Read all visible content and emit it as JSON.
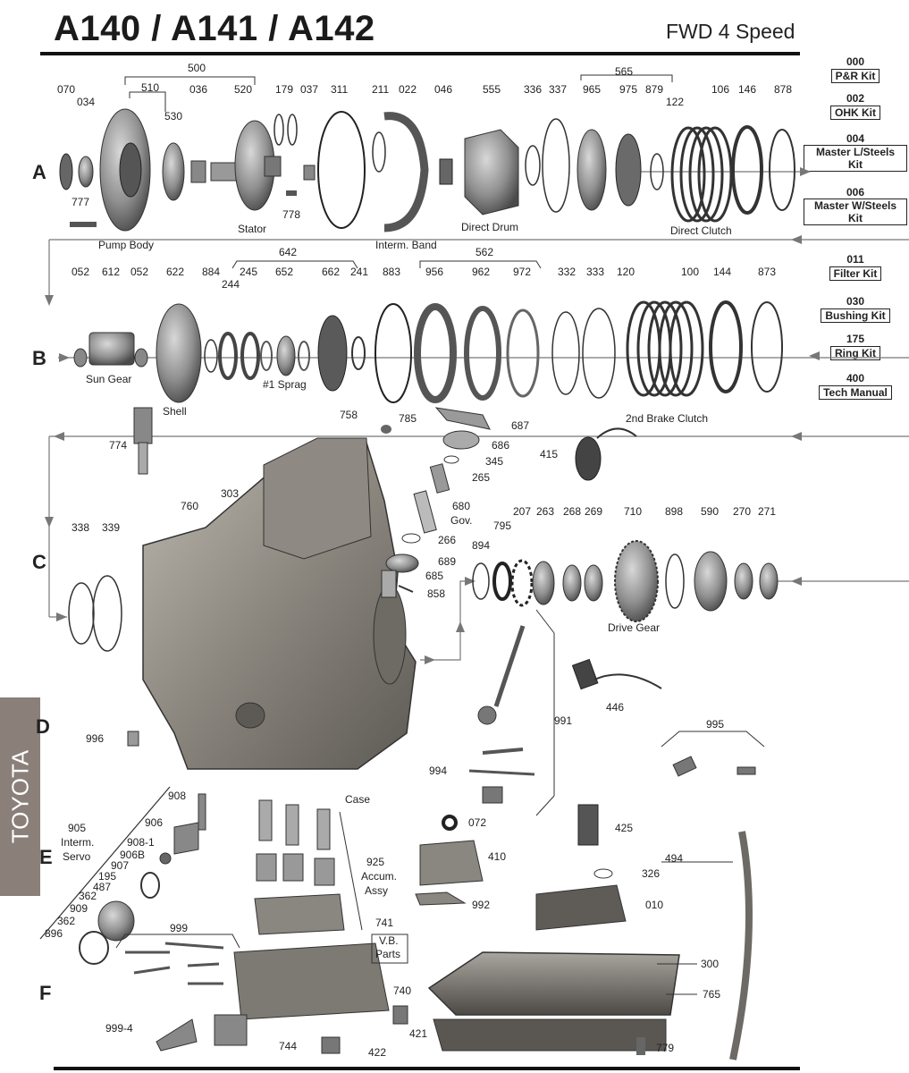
{
  "title": "A140 / A141 / A142",
  "subtitle": "FWD 4 Speed",
  "side_tab": "TOYOTA",
  "kits": [
    {
      "code": "000",
      "name": "P&R Kit"
    },
    {
      "code": "002",
      "name": "OHK Kit"
    },
    {
      "code": "004",
      "name": "Master L/Steels Kit"
    },
    {
      "code": "006",
      "name": "Master W/Steels Kit"
    },
    {
      "code": "011",
      "name": "Filter Kit"
    },
    {
      "code": "030",
      "name": "Bushing Kit"
    },
    {
      "code": "175",
      "name": "Ring Kit"
    },
    {
      "code": "400",
      "name": "Tech Manual"
    }
  ],
  "row_letters": [
    "A",
    "B",
    "C",
    "D",
    "E",
    "F"
  ],
  "part_numbers": [
    "070",
    "034",
    "500",
    "510",
    "530",
    "036",
    "520",
    "179",
    "037",
    "311",
    "211",
    "022",
    "046",
    "555",
    "336",
    "337",
    "565",
    "965",
    "975",
    "879",
    "122",
    "106",
    "146",
    "878",
    "777",
    "778",
    "052",
    "612",
    "052",
    "622",
    "884",
    "244",
    "245",
    "642",
    "652",
    "662",
    "241",
    "883",
    "562",
    "956",
    "962",
    "972",
    "332",
    "333",
    "120",
    "100",
    "144",
    "873",
    "758",
    "785",
    "687",
    "686",
    "345",
    "265",
    "680",
    "266",
    "689",
    "685",
    "858",
    "774",
    "303",
    "760",
    "338",
    "339",
    "415",
    "894",
    "795",
    "207",
    "263",
    "268",
    "269",
    "710",
    "898",
    "590",
    "270",
    "271",
    "991",
    "446",
    "995",
    "996",
    "994",
    "908",
    "906",
    "905",
    "908-1",
    "906B",
    "907",
    "195",
    "487",
    "362",
    "909",
    "362",
    "896",
    "072",
    "410",
    "425",
    "326",
    "494",
    "992",
    "010",
    "925",
    "741",
    "999",
    "999-4",
    "740",
    "421",
    "422",
    "744",
    "300",
    "765",
    "779"
  ],
  "part_labels": [
    "Pump Body",
    "Stator",
    "Interm. Band",
    "Direct Drum",
    "Direct Clutch",
    "Sun Gear",
    "Shell",
    "#1 Sprag",
    "2nd Brake Clutch",
    "Gov.",
    "Drive Gear",
    "Case",
    "Interm.",
    "Servo",
    "Accum.",
    "Assy",
    "V.B.",
    "Parts"
  ]
}
